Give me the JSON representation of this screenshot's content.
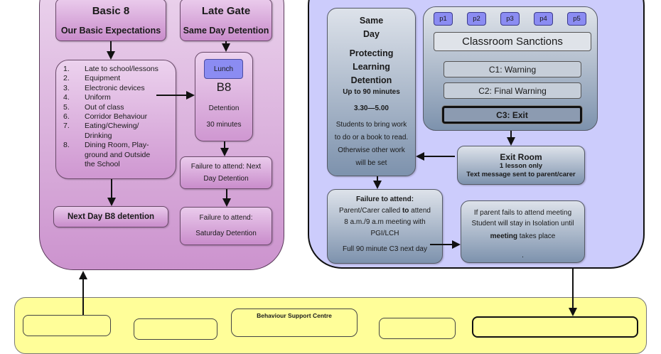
{
  "left": {
    "basic8": {
      "title": "Basic 8",
      "subtitle": "Our Basic Expectations"
    },
    "late_gate": {
      "title": "Late Gate",
      "subtitle": "Same Day Detention"
    },
    "expectations": [
      {
        "num": "1.",
        "text": "Late to school/lessons"
      },
      {
        "num": "2.",
        "text": "Equipment"
      },
      {
        "num": "3.",
        "text": "Electronic devices"
      },
      {
        "num": "4.",
        "text": "Uniform"
      },
      {
        "num": "5.",
        "text": "Out of class"
      },
      {
        "num": "6.",
        "text": "Corridor Behaviour"
      },
      {
        "num": "7.",
        "text": "Eating/Chewing/ Drinking"
      },
      {
        "num": "8.",
        "text": "Dining Room, Play- ground and Outside the School"
      }
    ],
    "lunch_detention": {
      "tag": "Lunch",
      "title": "B8",
      "line1": "Detention",
      "line2": "30 minutes"
    },
    "fail_next_day": "Failure to attend:  Next Day Detention",
    "fail_saturday": {
      "line1": "Failure to attend:",
      "line2": "Saturday Detention"
    },
    "next_day_b8": "Next Day B8 detention"
  },
  "right": {
    "same_day": {
      "h1": "Same",
      "h2": "Day",
      "h3": "Protecting",
      "h4": "Learning",
      "h5": "Detention",
      "duration": "Up to  90 minutes",
      "time": "3.30—5.00",
      "p1": "Students to bring work",
      "p2": "to do or a book to read.",
      "p3": "Otherwise other work",
      "p4": "will be set"
    },
    "periods": [
      "p1",
      "p2",
      "p3",
      "p4",
      "p5"
    ],
    "classroom_sanctions": "Classroom Sanctions",
    "c1": "C1: Warning",
    "c2": "C2: Final Warning",
    "c3": "C3: Exit",
    "exit_room": {
      "title": "Exit Room",
      "line1": "1 lesson only",
      "line2": "Text message sent to parent/carer"
    },
    "fail_attend": {
      "title": "Failure to attend:",
      "line1a": "Parent/Carer called ",
      "line1b": "to",
      "line1c": " attend",
      "line2": "8 a.m./9 a.m meeting with",
      "line3": "PGI/LCH",
      "line4": "Full 90 minute C3 next day"
    },
    "parent_fails": {
      "line1": "If parent fails to attend meeting",
      "line2": "Student will stay in Isolation  until",
      "line3a": "meeting",
      "line3b": " takes place",
      "line4": "."
    }
  },
  "bottom": {
    "bsc_title": "Behaviour Support Centre"
  }
}
